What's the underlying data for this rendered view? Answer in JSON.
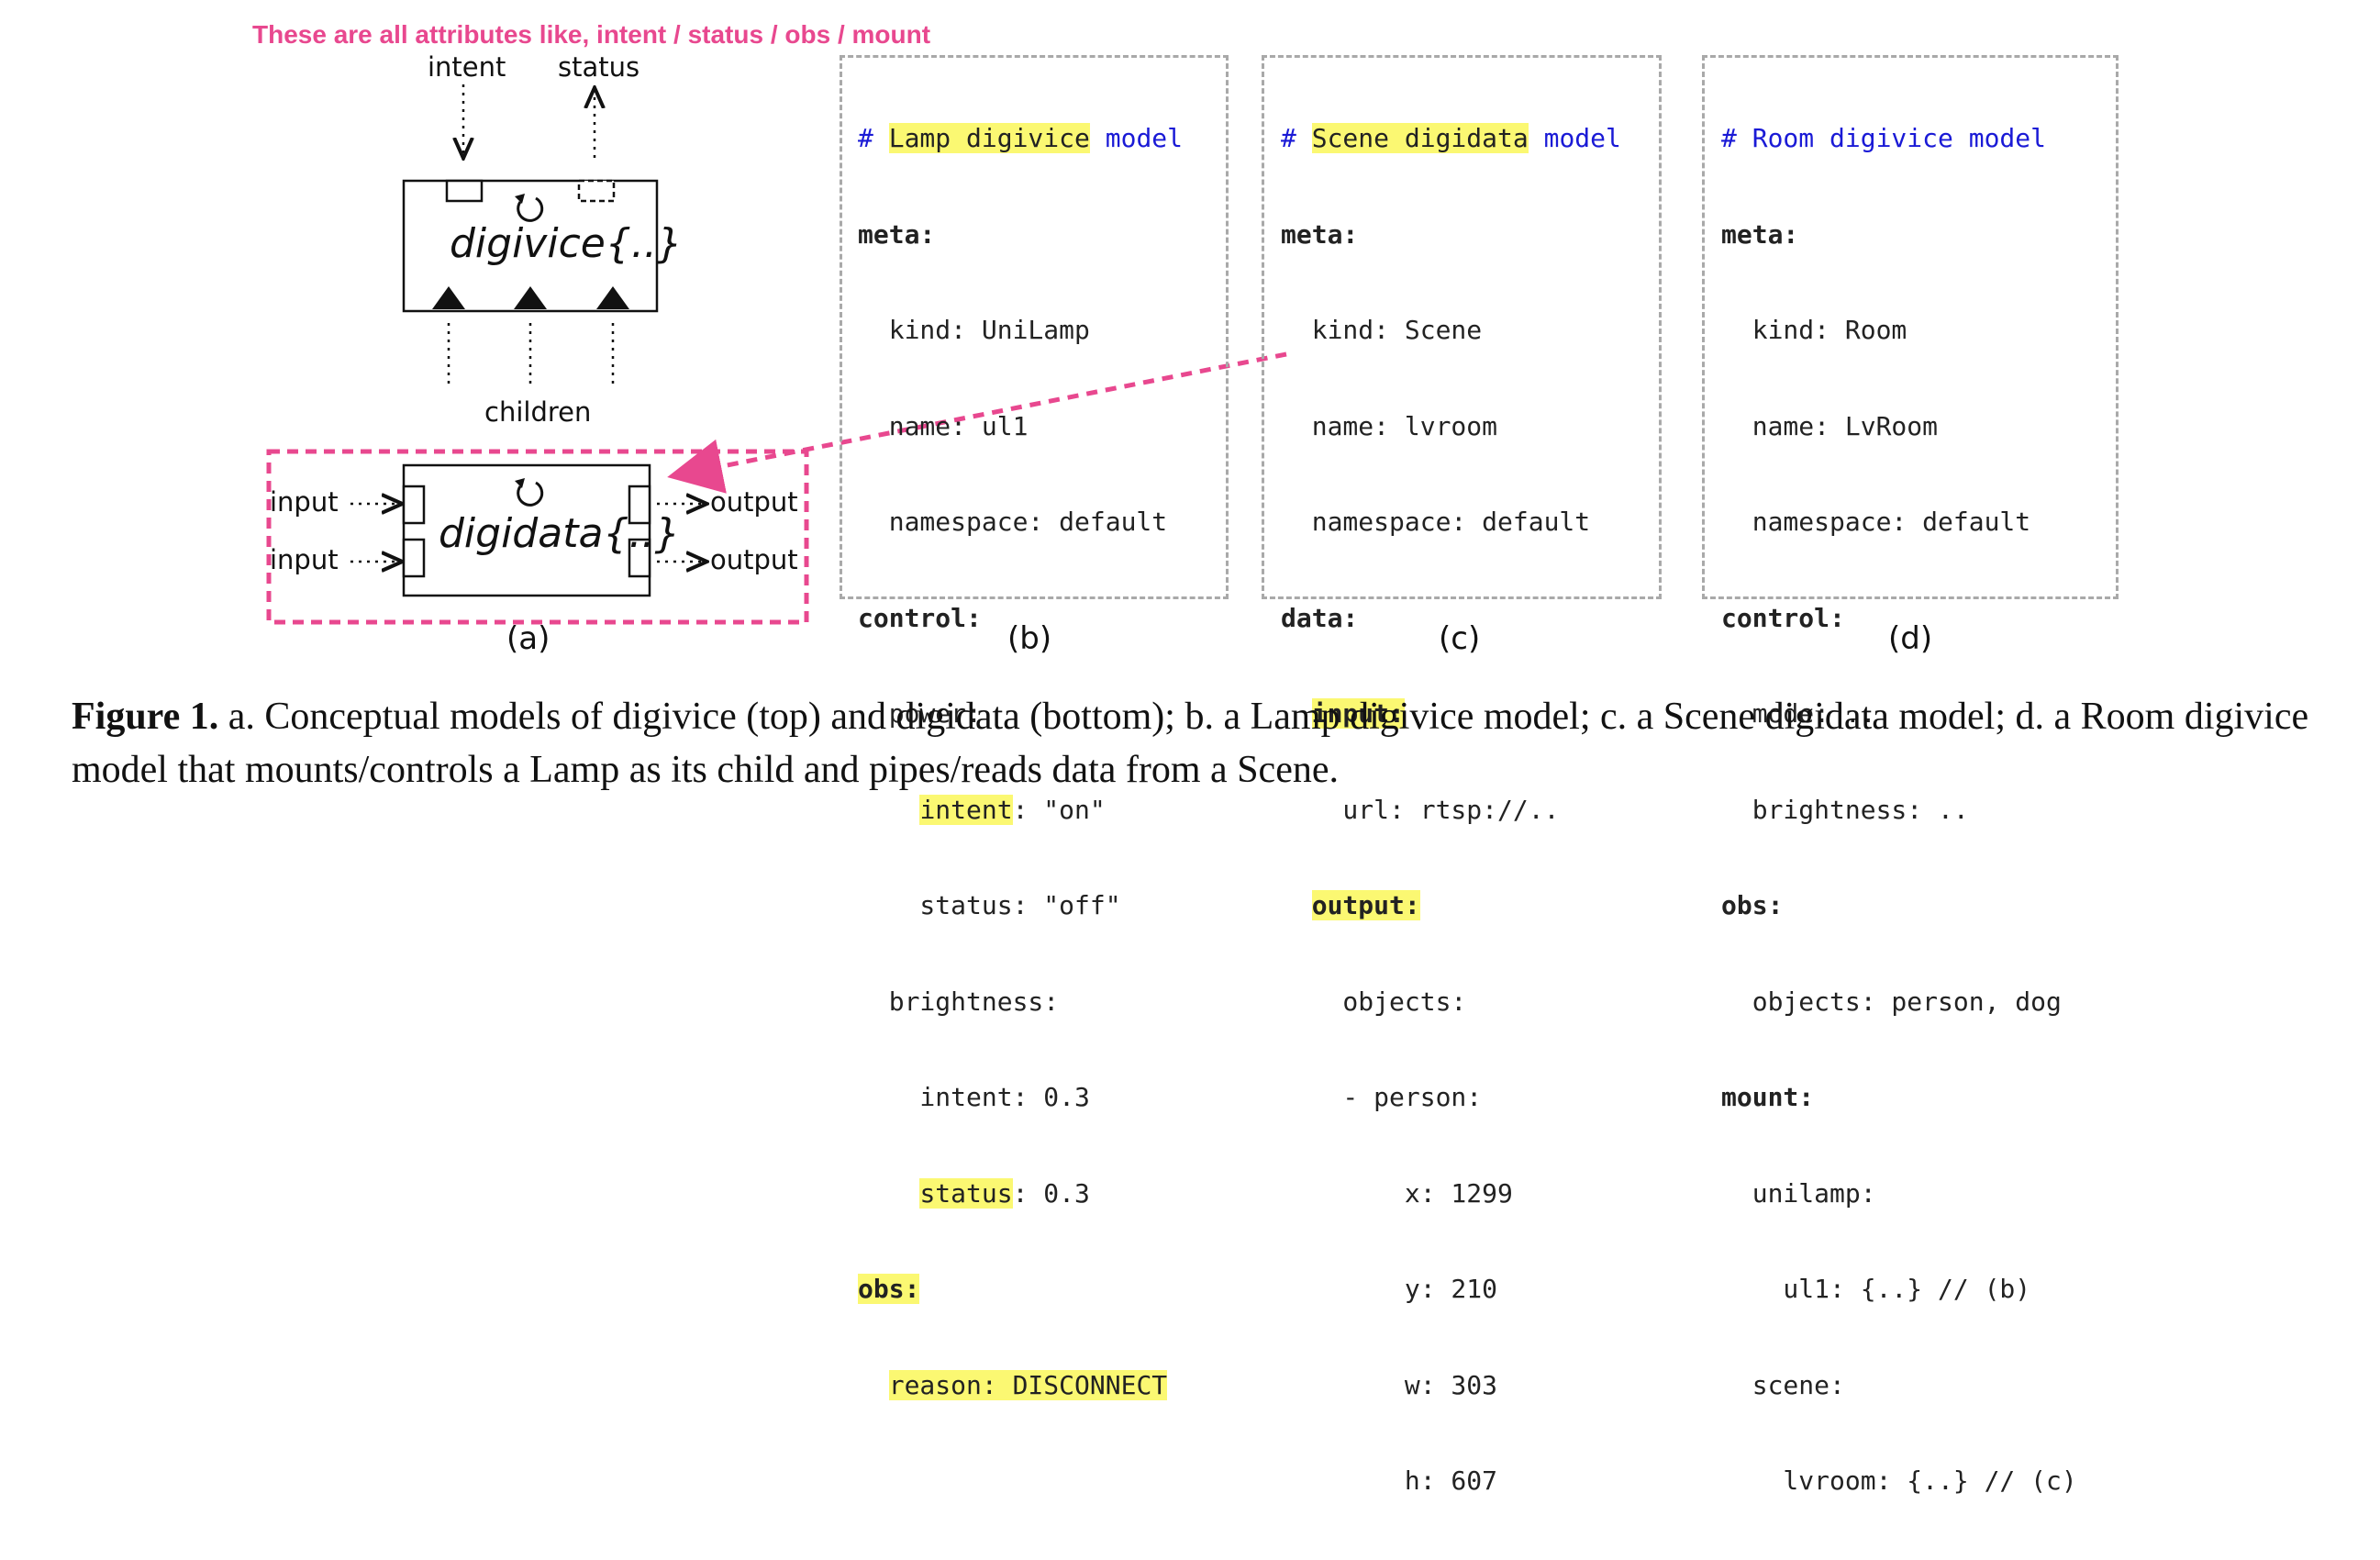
{
  "annotation": "These are all attributes like, intent / status / obs / mount",
  "diagram": {
    "intent_label": "intent",
    "status_label": "status",
    "digivice_label": "digivice{..}",
    "children_label": "children",
    "digidata_label": "digidata{..}",
    "input_label": "input",
    "output_label": "output",
    "sublabel": "(a)"
  },
  "panels": {
    "b": {
      "sublabel": "(b)",
      "comment_hash": "# ",
      "comment_name": "Lamp digivice",
      "comment_model": " model",
      "lines": {
        "meta": "meta:",
        "kind": "  kind: UniLamp",
        "name": "  name: ul1",
        "namespace": "  namespace: default",
        "control": "control:",
        "power": "  power:",
        "intent_key": "intent",
        "intent_val": ": \"on\"",
        "status": "    status: \"off\"",
        "brightness": "  brightness:",
        "b_intent": "    intent: 0.3",
        "b_status_key": "status",
        "b_status_val": ": 0.3",
        "obs": "obs:",
        "reason": "reason: DISCONNECT"
      }
    },
    "c": {
      "sublabel": "(c)",
      "comment_hash": "# ",
      "comment_name": "Scene digidata",
      "comment_model": " model",
      "lines": {
        "meta": "meta:",
        "kind": "  kind: Scene",
        "name": "  name: lvroom",
        "namespace": "  namespace: default",
        "data": "data:",
        "input": "input:",
        "url": "    url: rtsp://..",
        "output": "output:",
        "objects": "    objects:",
        "person": "    - person:",
        "x": "        x: 1299",
        "y": "        y: 210",
        "w": "        w: 303",
        "h": "        h: 607"
      }
    },
    "d": {
      "sublabel": "(d)",
      "comment": "# Room digivice model",
      "lines": {
        "meta": "meta:",
        "kind": "  kind: Room",
        "name": "  name: LvRoom",
        "namespace": "  namespace: default",
        "control": "control:",
        "mode": "  mode: ..",
        "brightness": "  brightness: ..",
        "obs": "obs:",
        "objects": "  objects: person, dog",
        "mount": "mount:",
        "unilamp": "  unilamp:",
        "ul1": "    ul1: {..} // (b)",
        "scene": "  scene:",
        "lvroom": "    lvroom: {..} // (c)"
      }
    }
  },
  "caption": {
    "label": "Figure 1.",
    "text": " a. Conceptual models of digivice (top) and digidata (bottom); b. a Lamp digivice model; c. a Scene digidata model; d. a Room digivice model that mounts/controls a Lamp as its child and pipes/reads data from a Scene."
  },
  "colors": {
    "accent_pink": "#e8488f",
    "highlight": "#fbf872",
    "comment_blue": "#1a1ad6",
    "panel_border": "#a9a9a9"
  }
}
